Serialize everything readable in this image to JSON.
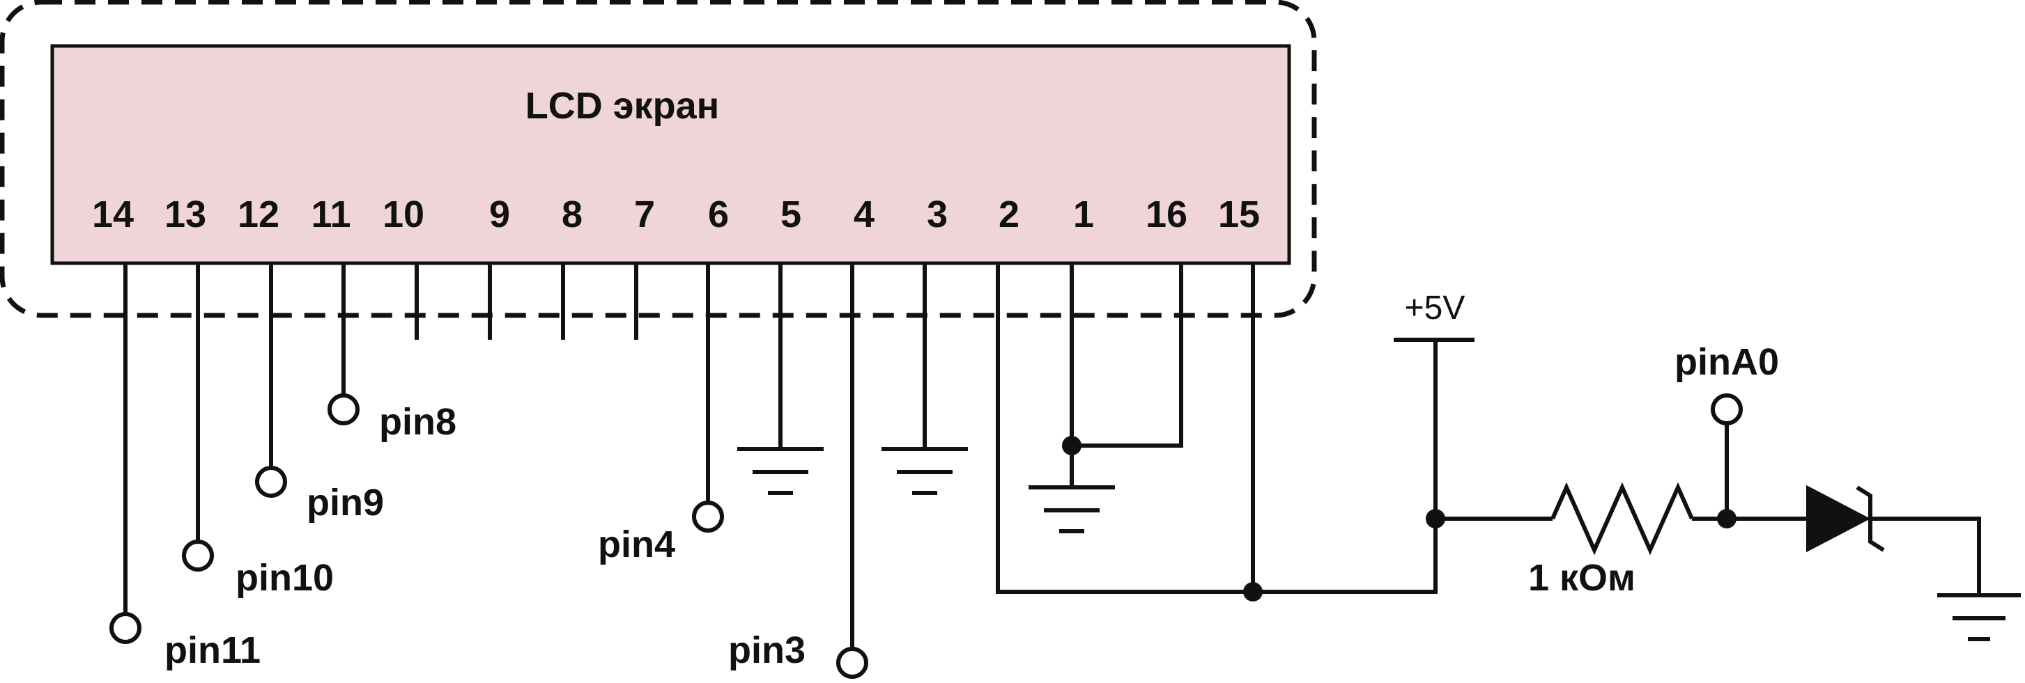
{
  "lcd": {
    "title": "LCD экран",
    "fill_color": "#efd5d7",
    "pins": [
      "14",
      "13",
      "12",
      "11",
      "10",
      "9",
      "8",
      "7",
      "6",
      "5",
      "4",
      "3",
      "2",
      "1",
      "16",
      "15"
    ]
  },
  "terminals": {
    "pin11": "pin11",
    "pin10": "pin10",
    "pin9": "pin9",
    "pin8": "pin8",
    "pin4": "pin4",
    "pin3": "pin3",
    "pinA0": "pinA0"
  },
  "power": {
    "vcc_label": "+5V"
  },
  "components": {
    "resistor_label": "1 кОм",
    "diode_type": "zener-diode"
  }
}
